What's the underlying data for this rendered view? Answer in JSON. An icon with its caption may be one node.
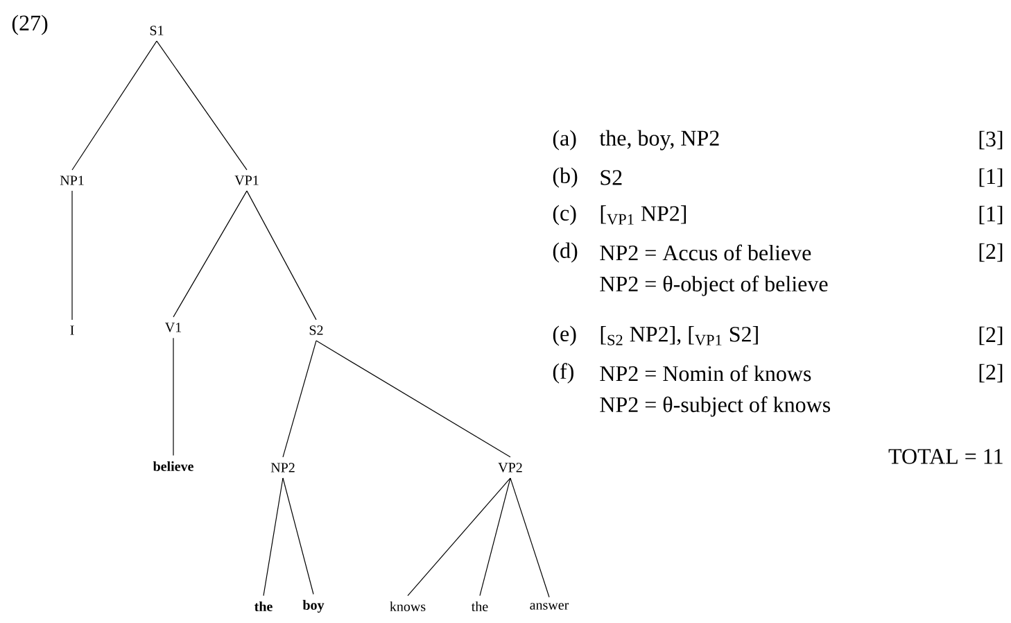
{
  "diagram": {
    "nodes": [
      {
        "text": [
          "S1"
        ]
      },
      {
        "text": [
          "NP1"
        ]
      },
      {
        "text": [
          "VP1"
        ]
      },
      {
        "text": [
          "I"
        ]
      },
      {
        "text": [
          "V1"
        ]
      },
      {
        "text": [
          "S2"
        ]
      },
      {
        "text": [
          "believe"
        ]
      },
      {
        "text": [
          "NP2"
        ]
      },
      {
        "text": [
          "VP2"
        ]
      },
      {
        "text": [
          "the"
        ]
      },
      {
        "text": [
          "boy"
        ]
      },
      {
        "text": [
          "knows"
        ]
      },
      {
        "text": [
          "the"
        ]
      },
      {
        "text": [
          "answer"
        ]
      }
    ],
    "edges": [
      {
        "from": 0,
        "to": 1,
        "arrow": "none"
      },
      {
        "from": 0,
        "to": 2,
        "arrow": "none"
      },
      {
        "from": 1,
        "to": 3,
        "arrow": "none"
      },
      {
        "from": 2,
        "to": 4,
        "arrow": "none"
      },
      {
        "from": 2,
        "to": 5,
        "arrow": "none"
      },
      {
        "from": 4,
        "to": 6,
        "arrow": "none"
      },
      {
        "from": 5,
        "to": 7,
        "arrow": "none"
      },
      {
        "from": 5,
        "to": 8,
        "arrow": "none"
      },
      {
        "from": 7,
        "to": 9,
        "arrow": "none"
      },
      {
        "from": 7,
        "to": 10,
        "arrow": "none"
      },
      {
        "from": 8,
        "to": 11,
        "arrow": "none"
      },
      {
        "from": 8,
        "to": 12,
        "arrow": "none"
      },
      {
        "from": 8,
        "to": 13,
        "arrow": "none"
      }
    ],
    "labels": [
      "(27)",
      "(a)",
      "the, boy, NP2",
      "[3]",
      "(b)",
      "S2",
      "[1]",
      "(c)",
      "[$_{VP1}$ NP2]",
      "[1]",
      "(d)",
      "NP2 = Accus of believe",
      "[2]",
      "NP2 = θ-object of believe",
      "(e)",
      "[$_{S2}$ NP2], [$_{VP1}$ S2]",
      "[2]",
      "(f)",
      "NP2 = Nomin of knows",
      "[2]",
      "NP2 = θ-subject of knows",
      "TOTAL = 11"
    ]
  }
}
